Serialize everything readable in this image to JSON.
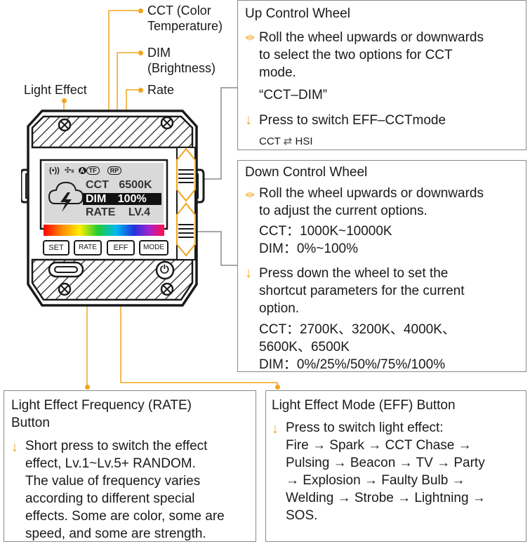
{
  "callouts": {
    "cct_line1": "CCT",
    "cct_line1b": "(Color",
    "cct_line2": "Temperature)",
    "dim_line1": "DIM",
    "dim_line2": "(Brightness)",
    "rate": "Rate",
    "light_effect": "Light Effect"
  },
  "device": {
    "screen": {
      "status_icons": "(•))",
      "status_s": "s",
      "status_a": "A",
      "status_tf": "TF",
      "status_rp": "RP",
      "row1_label": "CCT",
      "row1_value": "6500K",
      "row2_label": "DIM",
      "row2_value": "100%",
      "row3_label": "RATE",
      "row3_value": "LV.4"
    },
    "buttons": {
      "set": "SET",
      "rate": "RATE",
      "eff": "EFF",
      "mode": "MODE"
    }
  },
  "up_wheel": {
    "title": "Up Control Wheel",
    "roll_text": [
      "Roll the wheel upwards or downwards",
      "to select the two options for CCT",
      "mode."
    ],
    "options": "“CCT–DIM”",
    "press_text": "Press to switch EFF–CCTmode",
    "toggle_left": "CCT",
    "toggle_right": "HSI"
  },
  "down_wheel": {
    "title": "Down Control Wheel",
    "roll_text": [
      "Roll the wheel upwards or downwards",
      "to adjust the current options."
    ],
    "cct_range": "CCT：1000K~10000K",
    "dim_range": "DIM：0%~100%",
    "press_text": [
      "Press down the wheel to set the",
      "shortcut parameters for the current",
      "option."
    ],
    "cct_presets": [
      "CCT：2700K、3200K、4000K、",
      "5600K、6500K"
    ],
    "dim_presets": "DIM：0%/25%/50%/75%/100%"
  },
  "rate_box": {
    "title": [
      "Light Effect Frequency (RATE)",
      "Button"
    ],
    "text": [
      "Short press to switch the effect",
      "effect, Lv.1~Lv.5+ RANDOM.",
      "The value of frequency varies",
      "according to different special",
      "effects. Some are color, some are",
      "speed, and some are strength."
    ]
  },
  "eff_box": {
    "title": "Light Effect Mode (EFF) Button",
    "text": [
      "Press to switch light effect:",
      "Fire → Spark → CCT Chase →",
      "Pulsing → Beacon → TV → Party",
      "→ Explosion → Faulty Bulb →",
      "Welding → Strobe → Lightning →",
      "SOS."
    ]
  },
  "colors": {
    "accent": "#f2a51c",
    "border": "#8a8a8a",
    "device_dark": "#1a1a1a"
  }
}
